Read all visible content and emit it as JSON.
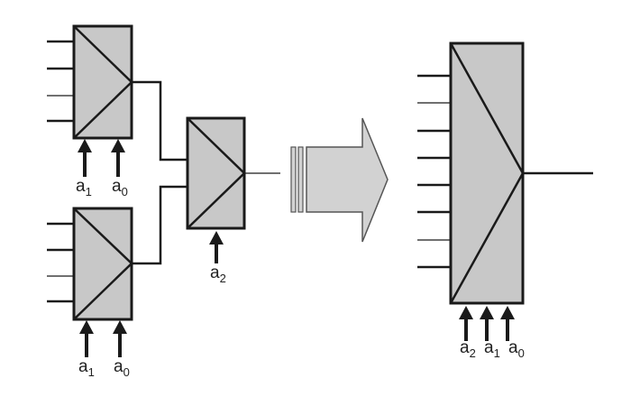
{
  "colors": {
    "box_fill": "#c8c8c8",
    "line": "#1a1a1a",
    "arrow_fill": "#d2d2d2",
    "background": "#ffffff"
  },
  "icons": {
    "transform_arrow": "right-arrow-icon",
    "select_arrow": "up-arrow-icon"
  },
  "mux_top": {
    "inputs": 4,
    "select_labels": [
      {
        "base": "a",
        "sub": "1"
      },
      {
        "base": "a",
        "sub": "0"
      }
    ]
  },
  "mux_bottom": {
    "inputs": 4,
    "select_labels": [
      {
        "base": "a",
        "sub": "1"
      },
      {
        "base": "a",
        "sub": "0"
      }
    ]
  },
  "mux_middle": {
    "inputs": 2,
    "select_labels": [
      {
        "base": "a",
        "sub": "2"
      }
    ]
  },
  "mux_big": {
    "inputs": 8,
    "select_labels": [
      {
        "base": "a",
        "sub": "2"
      },
      {
        "base": "a",
        "sub": "1"
      },
      {
        "base": "a",
        "sub": "0"
      }
    ]
  }
}
